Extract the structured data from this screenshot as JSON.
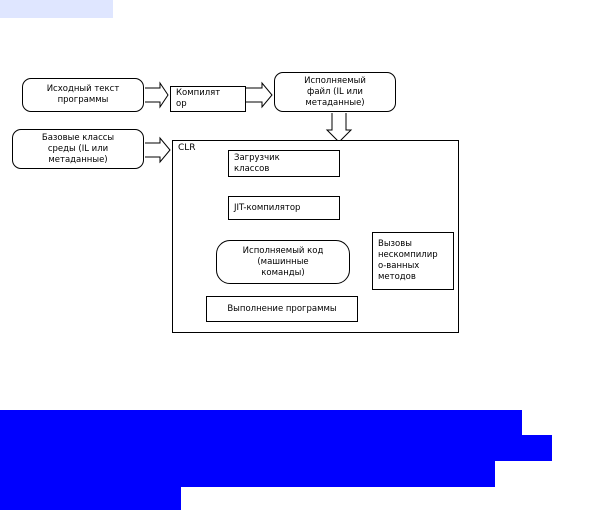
{
  "colors": {
    "top_highlight": "#dfe6ff",
    "selection": "#0000ff",
    "line": "#000000",
    "box_fill": "#ffffff"
  },
  "diagram": {
    "source_text": "Исходный текст\nпрограммы",
    "compiler": "Компилят\nор",
    "exec_file": "Исполняемый\nфайл (IL или\nметаданные)",
    "base_classes": "Базовые классы\nсреды (IL или\nметаданные)",
    "clr_label": "CLR",
    "class_loader": "Загрузчик\nклассов",
    "jit": "JIT-компилятор",
    "native_code": "Исполняемый код\n(машинные\nкоманды)",
    "execution": "Выполнение программы",
    "calls_note": "Вызовы\nнескомпилир\nо-ванных\nметодов"
  }
}
